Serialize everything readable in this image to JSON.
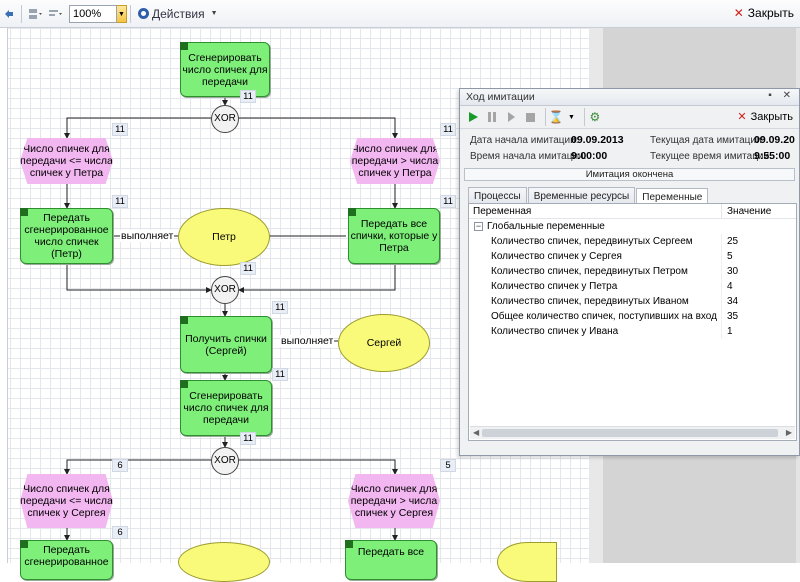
{
  "toolbar": {
    "zoom_value": "100%",
    "actions_label": "Действия",
    "close_label": "Закрыть",
    "icons": [
      "undo-icon",
      "layout-icon",
      "align-icon",
      "actions-icon",
      "close-icon"
    ]
  },
  "diagram": {
    "nodes": {
      "gen1": "Сгенерировать число спичек для передачи",
      "xor1": "XOR",
      "ev_left1": "Число спичек для передачи <= числа спичек у Петра",
      "ev_right1": "Число спичек для передачи > числа спичек у Петра",
      "fn_left1": "Передать сгенерированное число спичек (Петр)",
      "role_petr": "Петр",
      "fn_right1": "Передать все спички, которые у Петра",
      "xor2": "XOR",
      "fn_get": "Получить спички (Сергей)",
      "role_sergey": "Сергей",
      "gen2": "Сгенерировать число спичек для передачи",
      "xor3": "XOR",
      "ev_left2": "Число спичек для передачи <= числа спичек у Сергея",
      "ev_right2": "Число спичек для передачи > числа спичек у Сергея",
      "fn_left2": "Передать сгенерированное",
      "fn_right2": "Передать все"
    },
    "edge_labels": {
      "performs1": "выполняет",
      "performs2": "выполняет"
    },
    "badges": {
      "b1": "11",
      "b2": "11",
      "b3": "11",
      "b4": "11",
      "b5": "11",
      "b6": "11",
      "b7": "11",
      "b8": "11",
      "b9": "11",
      "b10": "6",
      "b11": "5",
      "b12": "6"
    }
  },
  "panel": {
    "title": "Ход имитации",
    "close_label": "Закрыть",
    "start_date_label": "Дата начала имитации:",
    "start_date": "09.09.2013",
    "start_time_label": "Время начала имитации:",
    "start_time": "9:00:00",
    "current_date_label": "Текущая дата имитации:",
    "current_date": "09.09.20",
    "current_time_label": "Текущее время имитации:",
    "current_time": "9:55:00",
    "status": "Имитация окончена",
    "tabs": [
      "Процессы",
      "Временные ресурсы",
      "Переменные"
    ],
    "active_tab": "Переменные",
    "columns": [
      "Переменная",
      "Значение"
    ],
    "group": "Глобальные переменные",
    "variables": [
      {
        "name": "Количество спичек, передвинутых Сергеем",
        "value": "25"
      },
      {
        "name": "Количество спичек у Сергея",
        "value": "5"
      },
      {
        "name": "Количество спичек, передвинутых Петром",
        "value": "30"
      },
      {
        "name": "Количество спичек у Петра",
        "value": "4"
      },
      {
        "name": "Количество спичек, передвинутых Иваном",
        "value": "34"
      },
      {
        "name": "Общее количество спичек, поступивших на вход",
        "value": "35"
      },
      {
        "name": "Количество спичек у Ивана",
        "value": "1"
      }
    ]
  },
  "colors": {
    "function_fill": "#7ef07a",
    "event_fill": "#f2b6f0",
    "role_fill": "#fafa7a",
    "close_red": "#d0211b"
  }
}
